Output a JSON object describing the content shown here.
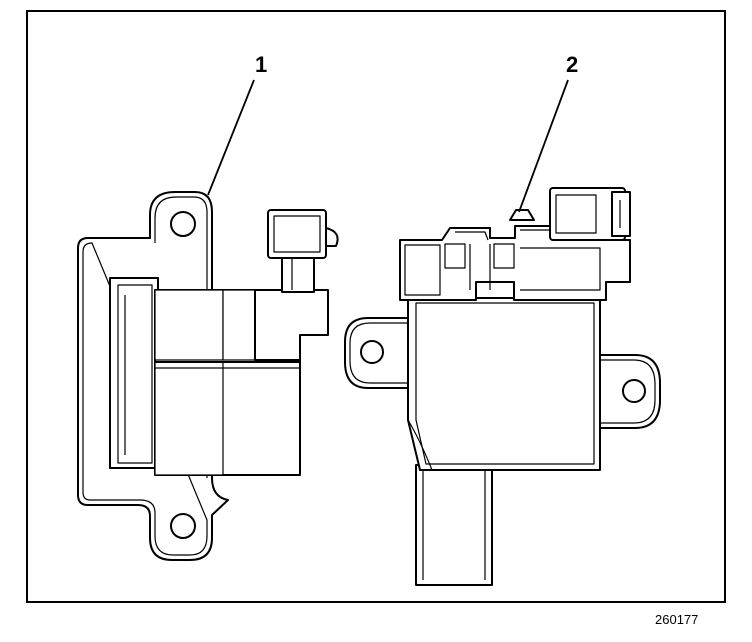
{
  "figure": {
    "callouts": [
      {
        "number": "1"
      },
      {
        "number": "2"
      }
    ],
    "figure_id": "260177"
  }
}
